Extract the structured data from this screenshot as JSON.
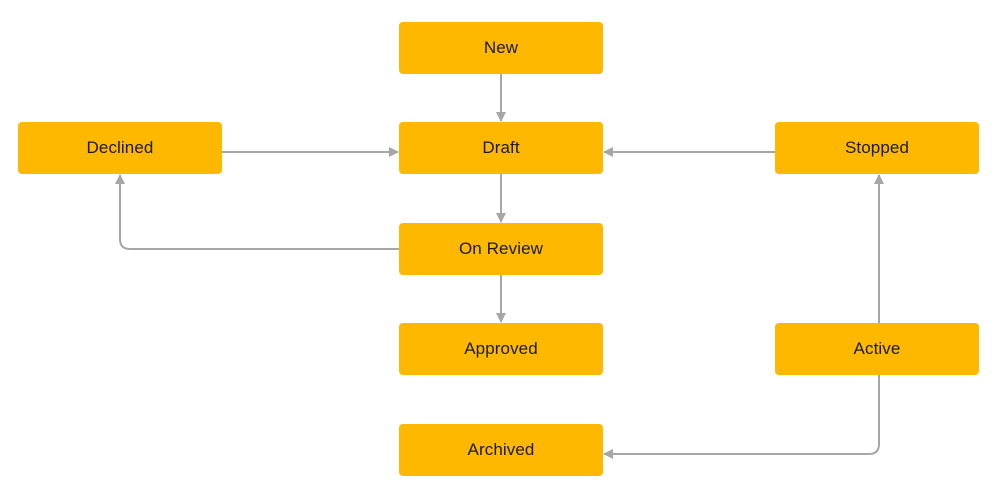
{
  "colors": {
    "node_fill": "#FFB800",
    "node_text": "#1b1b1b",
    "edge": "#a6a6a6",
    "background": "#ffffff"
  },
  "nodes": {
    "new": "New",
    "draft": "Draft",
    "declined": "Declined",
    "stopped": "Stopped",
    "on_review": "On Review",
    "approved": "Approved",
    "active": "Active",
    "archived": "Archived"
  },
  "edges": [
    {
      "from": "New",
      "to": "Draft"
    },
    {
      "from": "Declined",
      "to": "Draft"
    },
    {
      "from": "Stopped",
      "to": "Draft"
    },
    {
      "from": "Draft",
      "to": "On Review"
    },
    {
      "from": "On Review",
      "to": "Declined"
    },
    {
      "from": "On Review",
      "to": "Approved"
    },
    {
      "from": "Active",
      "to": "Stopped"
    },
    {
      "from": "Active",
      "to": "Archived"
    }
  ]
}
